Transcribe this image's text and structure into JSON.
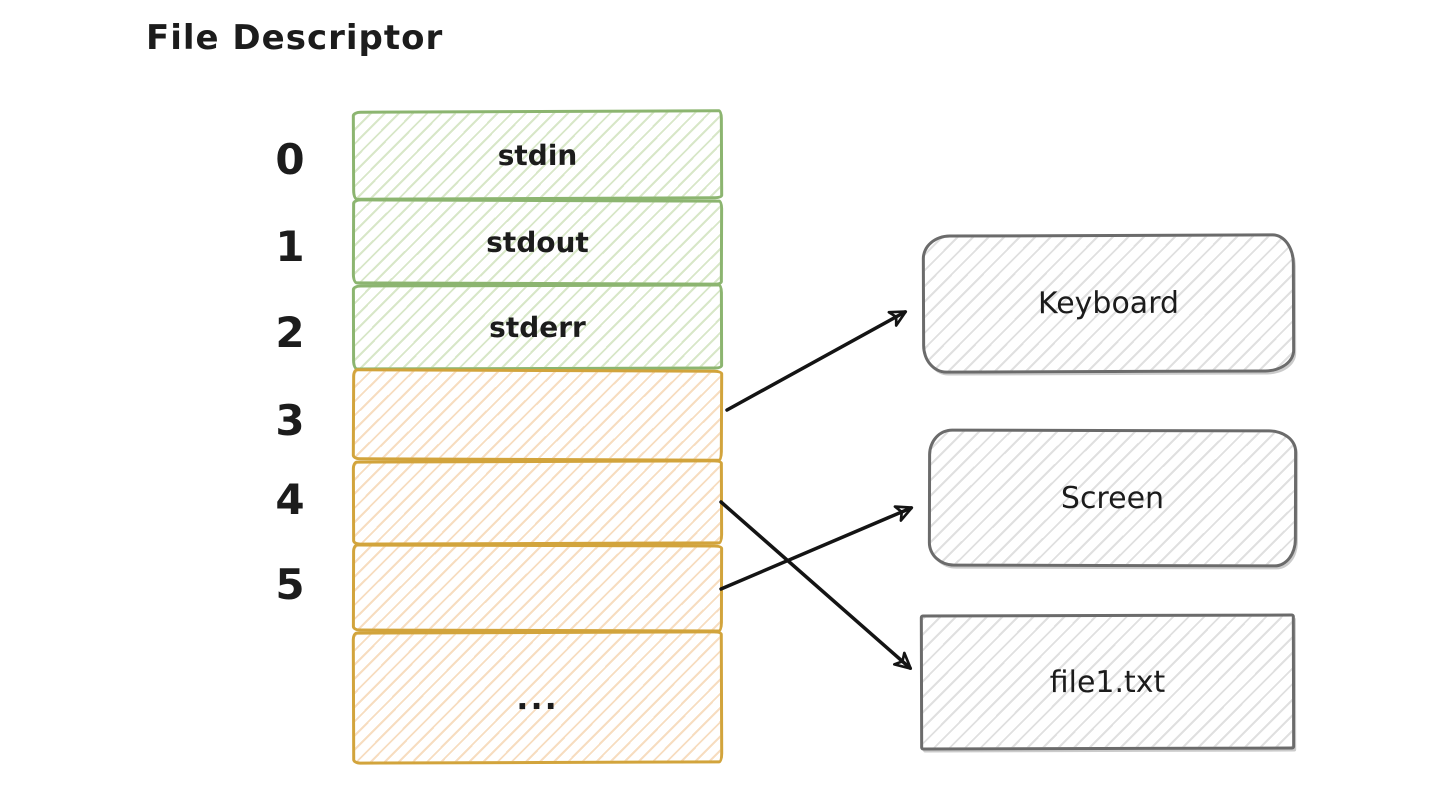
{
  "title": "File Descriptor",
  "colors": {
    "green_stroke": "#8cb570",
    "green_hatch": "#d8e7c8",
    "orange_stroke": "#d2a43c",
    "orange_hatch": "#f7ddc0",
    "gray_stroke": "#6b6b6b",
    "gray_hatch": "#e0e0e0",
    "arrow": "#141414",
    "text": "#1c1c1c"
  },
  "fd_table": {
    "rows": [
      {
        "index": "0",
        "label": "stdin",
        "group": "standard-stream"
      },
      {
        "index": "1",
        "label": "stdout",
        "group": "standard-stream"
      },
      {
        "index": "2",
        "label": "stderr",
        "group": "standard-stream"
      },
      {
        "index": "3",
        "label": "",
        "group": "user-fd"
      },
      {
        "index": "4",
        "label": "",
        "group": "user-fd"
      },
      {
        "index": "5",
        "label": "",
        "group": "user-fd"
      },
      {
        "index": "",
        "label": "...",
        "group": "user-fd"
      }
    ]
  },
  "targets": [
    {
      "label": "Keyboard",
      "shape": "rounded-rect"
    },
    {
      "label": "Screen",
      "shape": "rounded-rect"
    },
    {
      "label": "file1.txt",
      "shape": "rect"
    }
  ],
  "connections": [
    {
      "from_fd": "3",
      "to": "Keyboard"
    },
    {
      "from_fd": "4",
      "to": "file1.txt"
    },
    {
      "from_fd": "5",
      "to": "Screen"
    }
  ]
}
